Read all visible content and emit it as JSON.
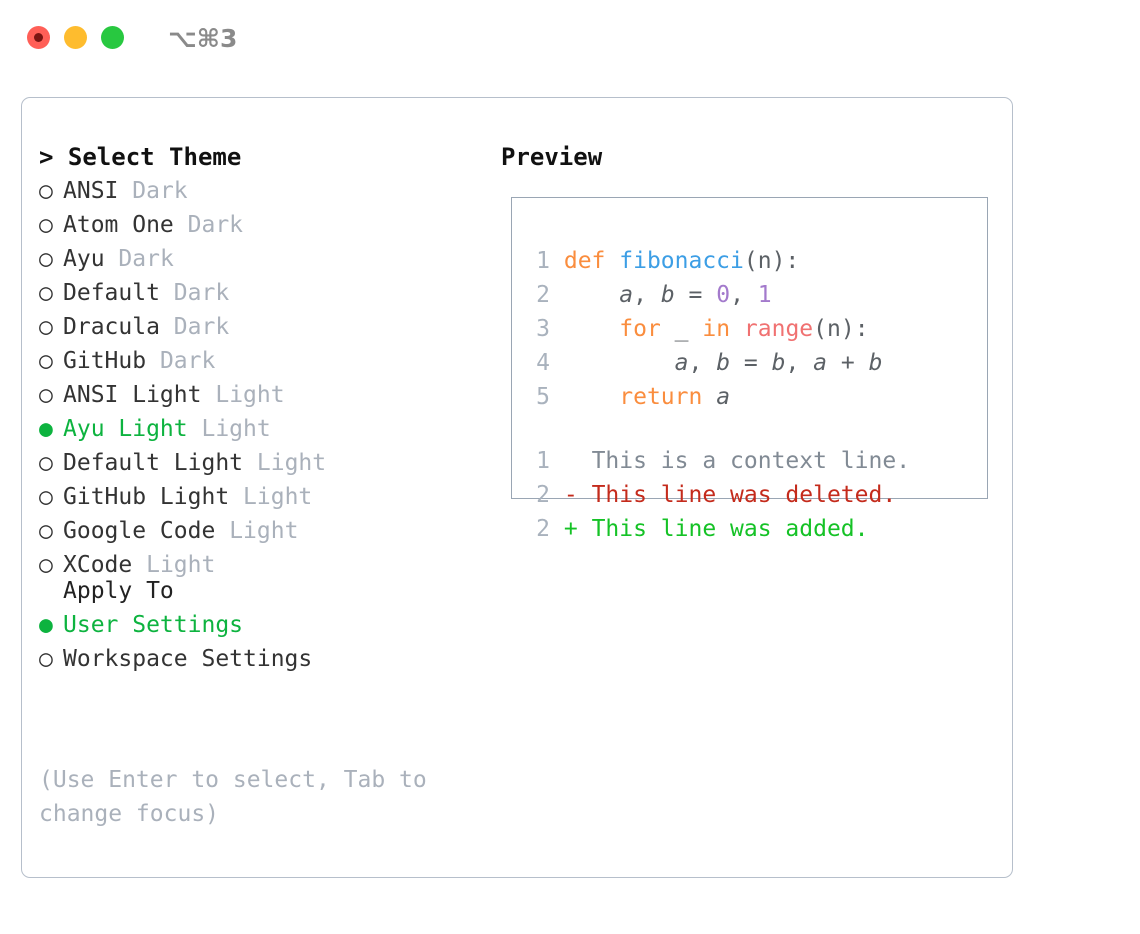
{
  "window": {
    "shortcut_label": "⌥⌘3",
    "traffic_lights": [
      {
        "name": "close",
        "color": "#FF5F57"
      },
      {
        "name": "minimize",
        "color": "#FEBC2E"
      },
      {
        "name": "maximize",
        "color": "#28C840"
      }
    ]
  },
  "theme_section": {
    "header": "> Select Theme",
    "items": [
      {
        "bullet": "○",
        "label": "ANSI",
        "suffix": "Dark",
        "selected": false
      },
      {
        "bullet": "○",
        "label": "Atom One",
        "suffix": "Dark",
        "selected": false
      },
      {
        "bullet": "○",
        "label": "Ayu",
        "suffix": "Dark",
        "selected": false
      },
      {
        "bullet": "○",
        "label": "Default",
        "suffix": "Dark",
        "selected": false
      },
      {
        "bullet": "○",
        "label": "Dracula",
        "suffix": "Dark",
        "selected": false
      },
      {
        "bullet": "○",
        "label": "GitHub",
        "suffix": "Dark",
        "selected": false
      },
      {
        "bullet": "○",
        "label": "ANSI Light",
        "suffix": "Light",
        "selected": false
      },
      {
        "bullet": "●",
        "label": "Ayu Light",
        "suffix": "Light",
        "selected": true
      },
      {
        "bullet": "○",
        "label": "Default Light",
        "suffix": "Light",
        "selected": false
      },
      {
        "bullet": "○",
        "label": "GitHub Light",
        "suffix": "Light",
        "selected": false
      },
      {
        "bullet": "○",
        "label": "Google Code",
        "suffix": "Light",
        "selected": false
      },
      {
        "bullet": "○",
        "label": "XCode",
        "suffix": "Light",
        "selected": false
      }
    ]
  },
  "apply_section": {
    "header": "Apply To",
    "items": [
      {
        "bullet": "●",
        "label": "User Settings",
        "selected": true
      },
      {
        "bullet": "○",
        "label": "Workspace Settings",
        "selected": false
      }
    ]
  },
  "hint": "(Use Enter to select, Tab to change focus)",
  "preview": {
    "title": "Preview",
    "code_lines": [
      {
        "number": "1",
        "tokens": [
          {
            "text": "def ",
            "type": "kw"
          },
          {
            "text": "fibonacci",
            "type": "fn"
          },
          {
            "text": "(n):",
            "type": "punct"
          }
        ]
      },
      {
        "number": "2",
        "tokens": [
          {
            "text": "    ",
            "type": "punct"
          },
          {
            "text": "a",
            "type": "var"
          },
          {
            "text": ", ",
            "type": "op"
          },
          {
            "text": "b",
            "type": "var"
          },
          {
            "text": " = ",
            "type": "op"
          },
          {
            "text": "0",
            "type": "num"
          },
          {
            "text": ", ",
            "type": "op"
          },
          {
            "text": "1",
            "type": "num"
          }
        ]
      },
      {
        "number": "3",
        "tokens": [
          {
            "text": "    ",
            "type": "punct"
          },
          {
            "text": "for",
            "type": "kw"
          },
          {
            "text": " _ ",
            "type": "var"
          },
          {
            "text": "in",
            "type": "kw"
          },
          {
            "text": " ",
            "type": "op"
          },
          {
            "text": "range",
            "type": "builtin"
          },
          {
            "text": "(n):",
            "type": "punct"
          }
        ]
      },
      {
        "number": "4",
        "tokens": [
          {
            "text": "        ",
            "type": "punct"
          },
          {
            "text": "a",
            "type": "var"
          },
          {
            "text": ", ",
            "type": "op"
          },
          {
            "text": "b",
            "type": "var"
          },
          {
            "text": " = ",
            "type": "op"
          },
          {
            "text": "b",
            "type": "var"
          },
          {
            "text": ", ",
            "type": "op"
          },
          {
            "text": "a",
            "type": "var"
          },
          {
            "text": " + ",
            "type": "op"
          },
          {
            "text": "b",
            "type": "var"
          }
        ]
      },
      {
        "number": "5",
        "tokens": [
          {
            "text": "    ",
            "type": "punct"
          },
          {
            "text": "return",
            "type": "kw"
          },
          {
            "text": " ",
            "type": "op"
          },
          {
            "text": "a",
            "type": "var"
          }
        ]
      }
    ],
    "diff_lines": [
      {
        "number": "1",
        "marker": "  ",
        "text": "This is a context line.",
        "kind": "context"
      },
      {
        "number": "2",
        "marker": "- ",
        "text": "This line was deleted.",
        "kind": "deleted"
      },
      {
        "number": "2",
        "marker": "+ ",
        "text": "This line was added.",
        "kind": "added"
      }
    ]
  },
  "colors": {
    "accent_green": "#0DB33F",
    "muted_gray": "#aab1bb",
    "keyword_orange": "#FA8D3E",
    "function_blue": "#3C9EE5",
    "number_purple": "#A37ACC",
    "builtin_red": "#F07171",
    "diff_delete_red": "#C42B1C",
    "diff_add_green": "#15C226",
    "panel_border": "#b6bfcb"
  }
}
